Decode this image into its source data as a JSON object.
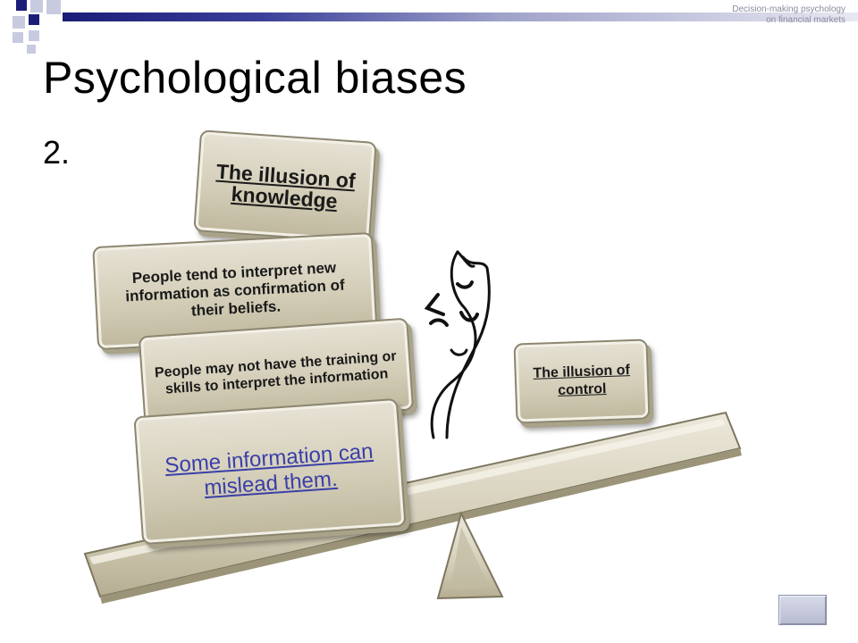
{
  "slide": {
    "header_note": "Decision-making psychology on financial markets",
    "title": "Psychological biases",
    "number": "2."
  },
  "boxes": {
    "knowledge": "The illusion of knowledge",
    "interpret": "People tend to interpret new information as confirmation of their beliefs.",
    "skills": "People may not have the training or skills to interpret the information",
    "mislead": "Some information can mislead them.",
    "control": "The illusion of control"
  },
  "colors": {
    "accent": "#1b1d78",
    "box_fill": "#d2ccb6",
    "link_text": "#3a3fa8"
  },
  "icons": {
    "masks": "theater-masks-icon",
    "nav": "navigation-button"
  }
}
